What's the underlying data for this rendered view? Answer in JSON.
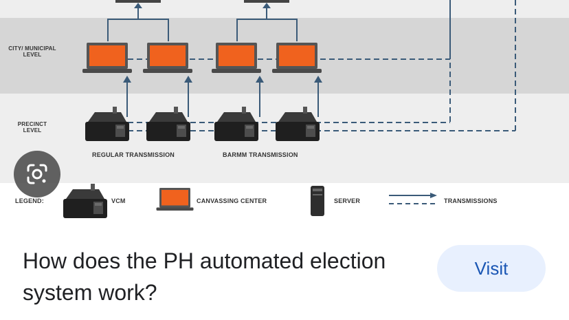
{
  "diagram": {
    "levels": {
      "city": "CITY/ MUNICIPAL LEVEL",
      "precinct": "PRECINCT LEVEL"
    },
    "transmissions": {
      "regular": "REGULAR TRANSMISSION",
      "barmm": "BARMM TRANSMISSION"
    },
    "legend": {
      "title": "LEGEND:",
      "vcm": "VCM",
      "canvassing": "CANVASSING CENTER",
      "server": "SERVER",
      "transmissions": "TRANSMISSIONS"
    },
    "colors": {
      "band_light": "#eeeeee",
      "band_dark": "#d6d6d6",
      "laptop_screen": "#f0621e",
      "line": "#3a5a78"
    }
  },
  "lens": {
    "icon": "google-lens-icon"
  },
  "result": {
    "title": "How does the PH automated election system work?",
    "visit_label": "Visit"
  }
}
